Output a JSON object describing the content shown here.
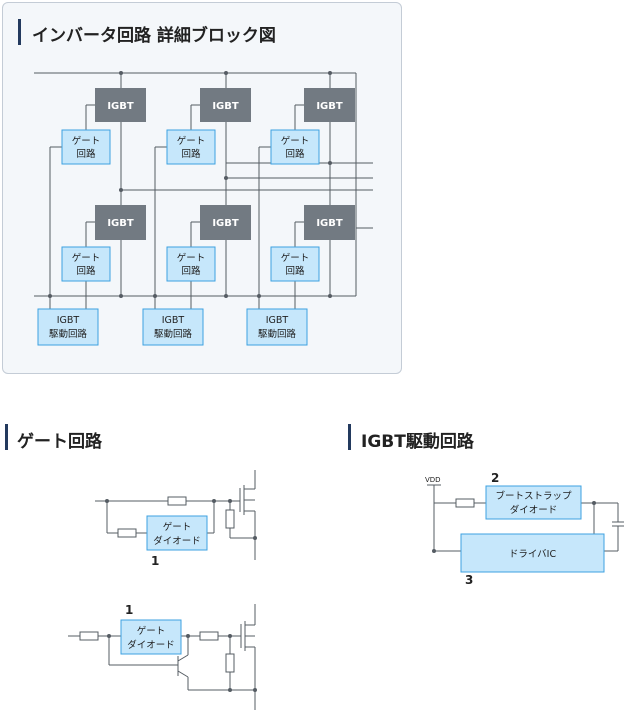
{
  "block_diagram": {
    "title": "インバータ回路 詳細ブロック図",
    "igbt_label": "IGBT",
    "gate_line1": "ゲート",
    "gate_line2": "回路",
    "drive_line1": "IGBT",
    "drive_line2": "駆動回路"
  },
  "gate_circuit": {
    "title": "ゲート回路",
    "block_line1": "ゲート",
    "block_line2": "ダイオード",
    "number_top": "1",
    "number_bottom": "1"
  },
  "drive_circuit": {
    "title": "IGBT駆動回路",
    "vdd_label": "VDD",
    "bootstrap_line1": "ブートストラップ",
    "bootstrap_line2": "ダイオード",
    "driver_label": "ドライバIC",
    "number_2": "2",
    "number_3": "3"
  }
}
